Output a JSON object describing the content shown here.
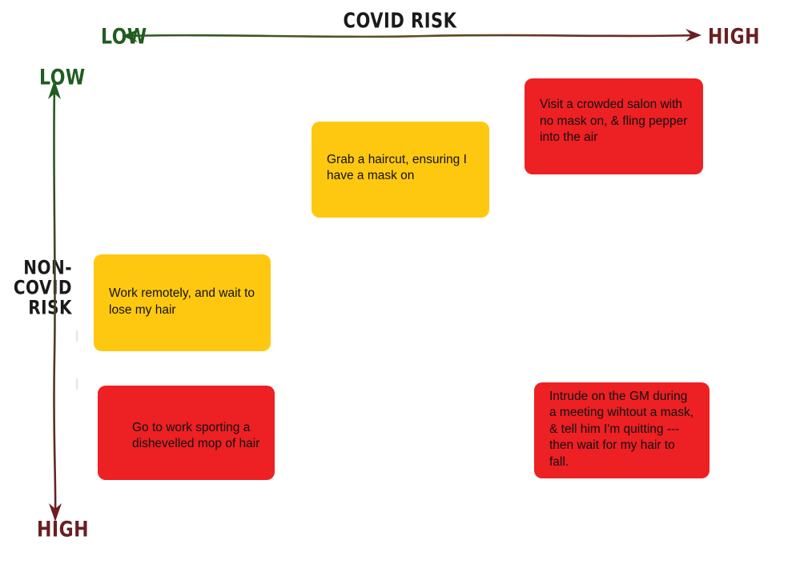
{
  "chart_data": {
    "type": "scatter",
    "title": "COVID RISK",
    "xlabel": "COVID RISK",
    "ylabel": "NON-COVID RISK",
    "x_axis": {
      "label": "COVID RISK",
      "low_label": "LOW",
      "high_label": "HIGH",
      "direction": "low-left-to-high-right"
    },
    "y_axis": {
      "label": "NON-COVID RISK",
      "label_lines": [
        "NON-",
        "COVID",
        "RISK"
      ],
      "low_label": "LOW",
      "high_label": "HIGH",
      "direction": "low-top-to-high-bottom"
    },
    "grid": false,
    "legend": "none",
    "colors": {
      "low_axis": "#215c21",
      "high_axis": "#6b1f22",
      "yellow_card": "#FFC810",
      "red_card": "#ED2024",
      "text": "#111111"
    },
    "items": [
      {
        "id": "haircut",
        "text": "Grab a haircut, ensuring I have a mask on",
        "risk_color": "yellow",
        "covid_risk": "medium",
        "non_covid_risk": "low-medium"
      },
      {
        "id": "salon",
        "text": "Visit a crowded salon with no mask on, & fling pepper into the air",
        "risk_color": "red",
        "covid_risk": "high",
        "non_covid_risk": "low"
      },
      {
        "id": "remote",
        "text": "Work remotely, and wait to lose my hair",
        "risk_color": "yellow",
        "covid_risk": "low",
        "non_covid_risk": "medium"
      },
      {
        "id": "gowork",
        "text": "Go to work sporting a dishevelled mop of hair",
        "risk_color": "red",
        "covid_risk": "low",
        "non_covid_risk": "high"
      },
      {
        "id": "intrude",
        "text": "Intrude on the GM during a meeting wihtout a mask, & tell him I'm quitting --- then wait for my hair to fall.",
        "risk_color": "red",
        "covid_risk": "high",
        "non_covid_risk": "high"
      }
    ]
  },
  "axes": {
    "horizontal": {
      "title": "COVID RISK",
      "low": "LOW",
      "high": "HIGH"
    },
    "vertical": {
      "title_line1": "NON-",
      "title_line2": "COVID",
      "title_line3": "RISK",
      "low": "LOW",
      "high": "HIGH"
    }
  },
  "cards": {
    "haircut": "Grab a haircut, ensuring I have a mask on",
    "salon": "Visit a crowded salon with no mask on, & fling pepper into the air",
    "remote": "Work remotely, and wait to lose my hair",
    "gowork": "Go to work sporting a dishevelled mop of hair",
    "intrude": "Intrude on the GM during a meeting wihtout a mask, & tell him I'm quitting --- then wait for my hair to fall."
  }
}
